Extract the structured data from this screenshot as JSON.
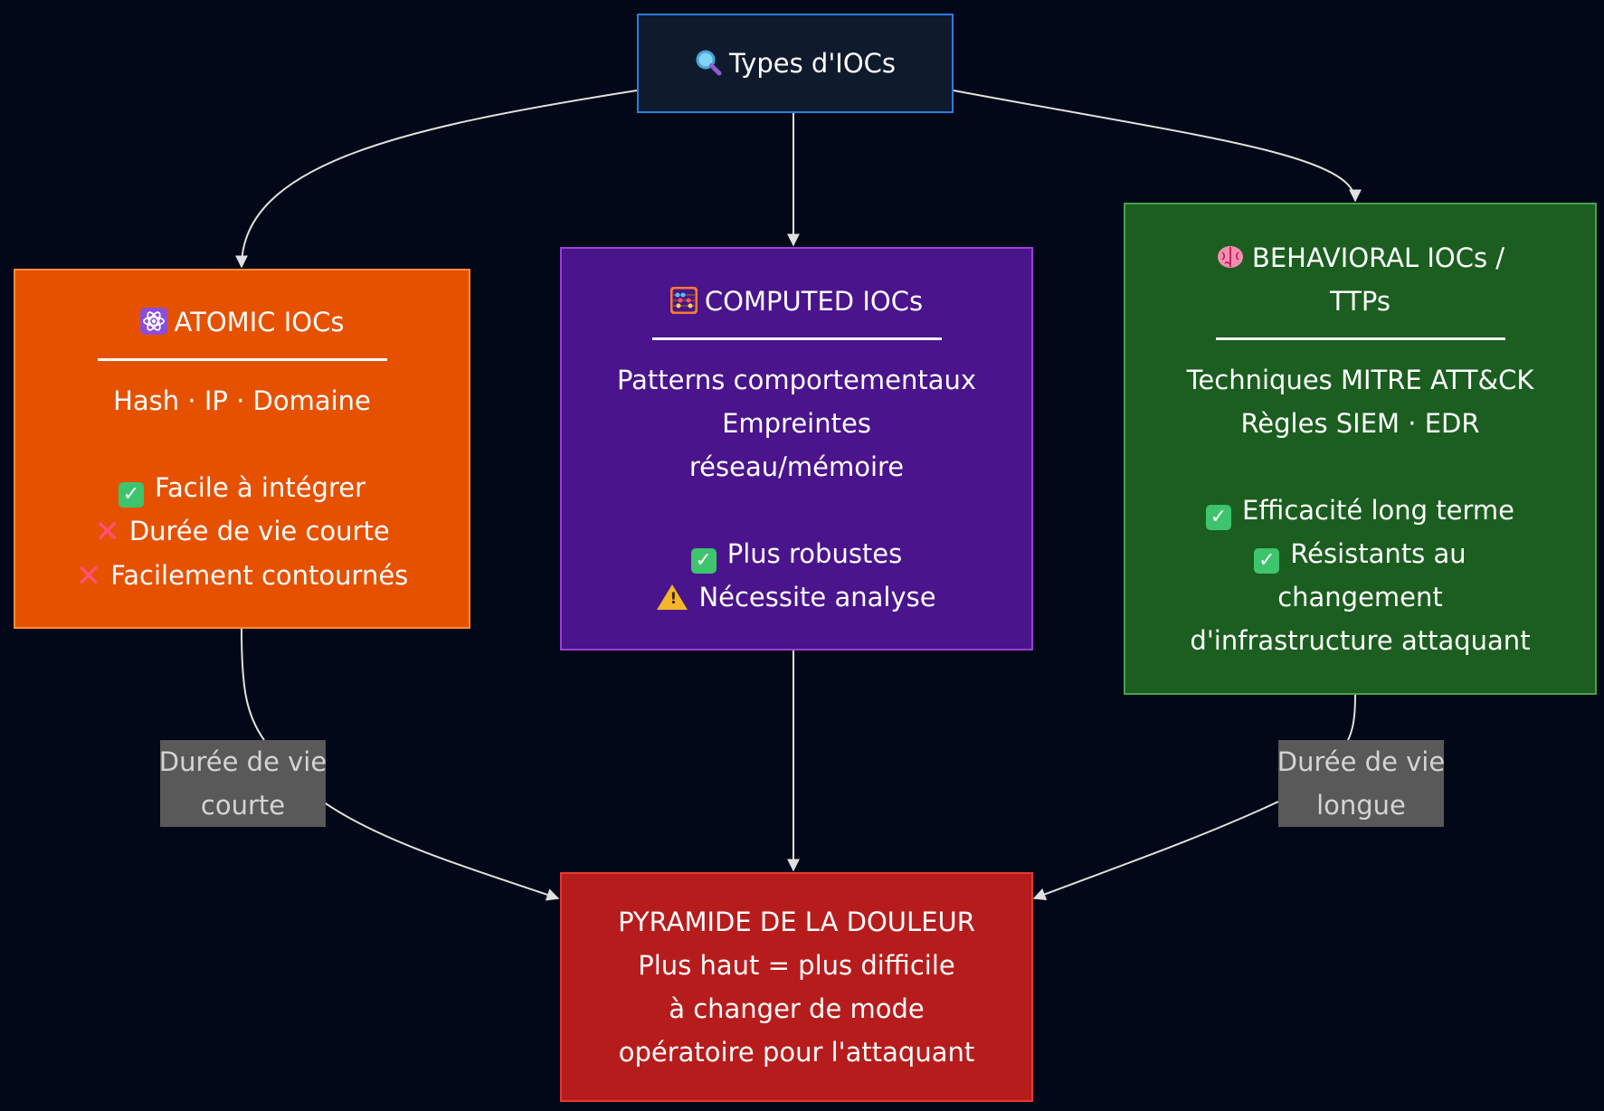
{
  "root": {
    "icon": "magnifier-icon",
    "title": "Types d'IOCs"
  },
  "atomic": {
    "icon": "atom-icon",
    "title": "ATOMIC IOCs",
    "line1": "Hash · IP · Domaine",
    "pro1": "Facile à intégrer",
    "con1": "Durée de vie courte",
    "con2": "Facilement contournés",
    "color": "#e65100"
  },
  "computed": {
    "icon": "abacus-icon",
    "title": "COMPUTED IOCs",
    "line1": "Patterns comportementaux",
    "line2": "Empreintes",
    "line3": "réseau/mémoire",
    "pro1": "Plus robustes",
    "warn1": "Nécessite analyse",
    "color": "#4a148c"
  },
  "behavioral": {
    "icon": "brain-icon",
    "title_line1": "BEHAVIORAL IOCs /",
    "title_line2": "TTPs",
    "line1": "Techniques MITRE ATT&CK",
    "line2": "Règles SIEM · EDR",
    "pro1": "Efficacité long terme",
    "pro2_line1": "Résistants au",
    "pro2_line2": "changement",
    "pro2_line3": "d'infrastructure attaquant",
    "color": "#1b5e20"
  },
  "pyramid": {
    "line1": "PYRAMIDE DE LA DOULEUR",
    "line2": "Plus haut = plus difficile",
    "line3": "à changer de mode",
    "line4": "opératoire pour l'attaquant",
    "color": "#b71c1c"
  },
  "edge_labels": {
    "short_line1": "Durée de vie",
    "short_line2": "courte",
    "long_line1": "Durée de vie",
    "long_line2": "longue"
  }
}
